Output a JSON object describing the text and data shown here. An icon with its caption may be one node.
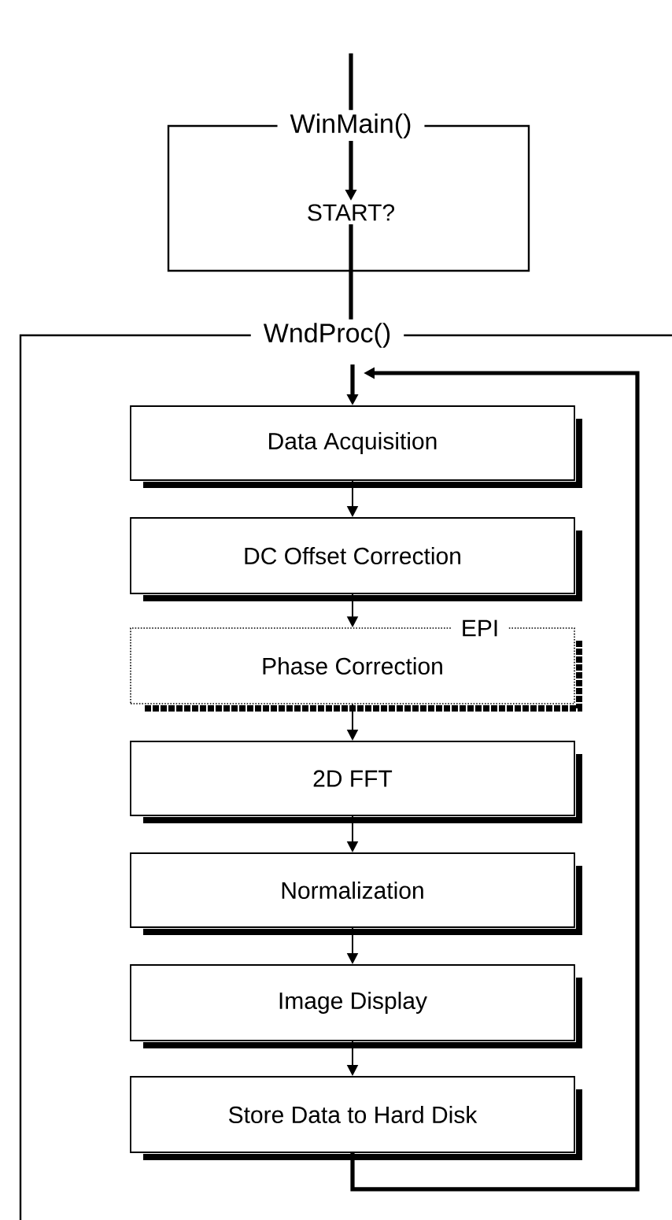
{
  "diagram": {
    "nodes": [
      {
        "text": [
          "WinMain()"
        ]
      },
      {
        "text": [
          "START?"
        ],
        "in": 0
      },
      {
        "text": [
          "WndProc()"
        ]
      },
      {
        "text": [
          "Data Acquisition"
        ],
        "in": 2
      },
      {
        "text": [
          "DC Offset Correction"
        ],
        "in": 2
      },
      {
        "text": [
          "EPI",
          "Phase Correction"
        ],
        "in": 2
      },
      {
        "text": [
          "2D FFT"
        ],
        "in": 2
      },
      {
        "text": [
          "Normalization"
        ],
        "in": 2
      },
      {
        "text": [
          "Image Display"
        ],
        "in": 2
      },
      {
        "text": [
          "Store Data to Hard Disk"
        ],
        "in": 2
      }
    ],
    "edges": [
      {
        "from": null,
        "to": 0,
        "arrow": "none",
        "style": "thick"
      },
      {
        "from": null,
        "to": 1,
        "arrow": "to",
        "style": "thick"
      },
      {
        "from": 1,
        "to": 2,
        "arrow": "none",
        "style": "thick"
      },
      {
        "from": null,
        "to": 3,
        "arrow": "to",
        "style": "thick"
      },
      {
        "from": 3,
        "to": 4,
        "arrow": "to"
      },
      {
        "from": 4,
        "to": 5,
        "arrow": "to"
      },
      {
        "from": 5,
        "to": 6,
        "arrow": "to"
      },
      {
        "from": 6,
        "to": 7,
        "arrow": "to"
      },
      {
        "from": 7,
        "to": 8,
        "arrow": "to"
      },
      {
        "from": 8,
        "to": 9,
        "arrow": "to"
      },
      {
        "from": 9,
        "to": 3,
        "arrow": "to",
        "style": "thick"
      }
    ]
  }
}
